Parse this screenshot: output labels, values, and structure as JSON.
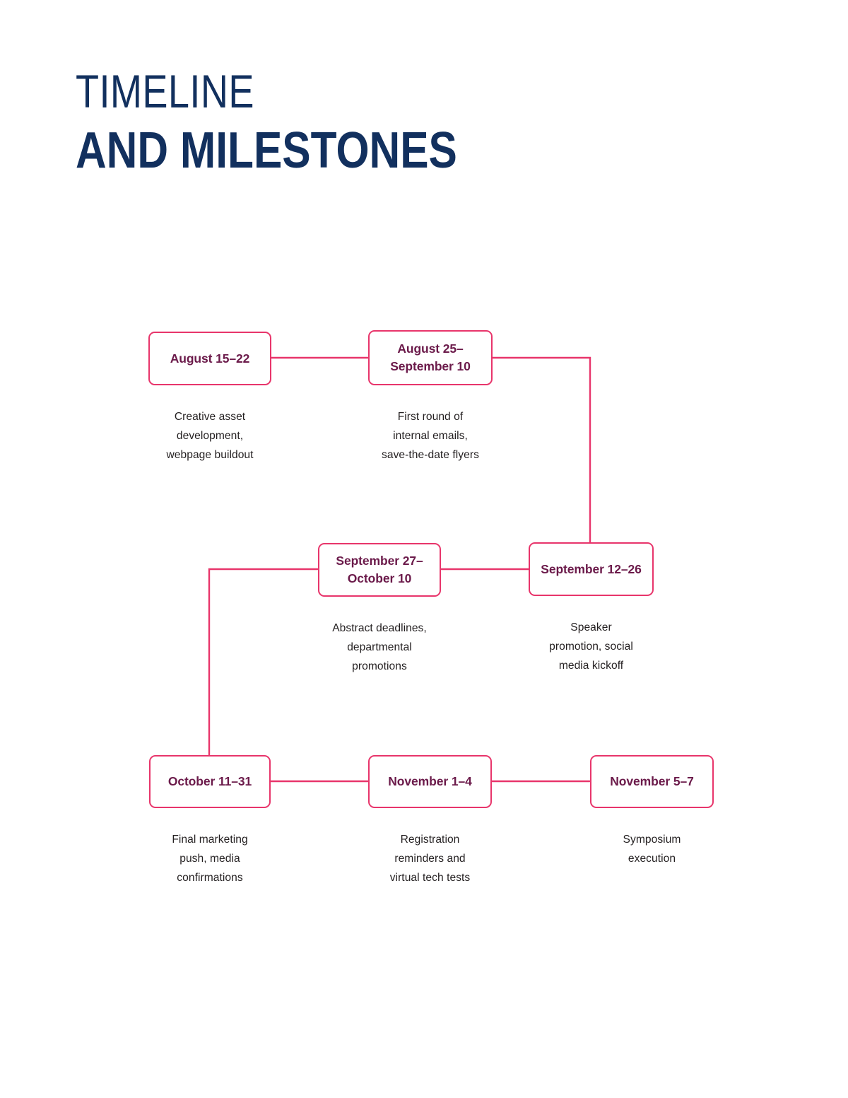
{
  "title": {
    "line1": "TIMELINE",
    "line2": "AND MILESTONES",
    "color": "#12305E"
  },
  "colors": {
    "connector": "#E8356B",
    "box_border": "#E8356B",
    "box_text": "#6B1A4A",
    "caption_text": "#231F20",
    "background": "#FFFFFF"
  },
  "chart_data": {
    "type": "diagram",
    "diagram_kind": "serpentine-timeline-flowchart",
    "title": "TIMELINE AND MILESTONES",
    "rows": 3,
    "flow_direction": "left-to-right, then down-and-right-to-left, then down-and-left-to-right",
    "nodes": [
      {
        "id": "n1",
        "row": 1,
        "order": 1,
        "date": "August 15–22",
        "caption": "Creative asset\ndevelopment,\nwebpage buildout"
      },
      {
        "id": "n2",
        "row": 1,
        "order": 2,
        "date": "August 25–\nSeptember 10",
        "caption": "First round of\ninternal emails,\nsave-the-date flyers"
      },
      {
        "id": "n3",
        "row": 2,
        "order": 3,
        "date": "September\n12–26",
        "caption": "Speaker\npromotion, social\nmedia kickoff"
      },
      {
        "id": "n4",
        "row": 2,
        "order": 4,
        "date": "September 27–\nOctober 10",
        "caption": "Abstract deadlines,\ndepartmental\npromotions"
      },
      {
        "id": "n5",
        "row": 3,
        "order": 5,
        "date": "October 11–31",
        "caption": "Final marketing\npush, media\nconfirmations"
      },
      {
        "id": "n6",
        "row": 3,
        "order": 6,
        "date": "November 1–4",
        "caption": "Registration\nreminders and\nvirtual tech tests"
      },
      {
        "id": "n7",
        "row": 3,
        "order": 7,
        "date": "November 5–7",
        "caption": "Symposium\nexecution"
      }
    ],
    "edges": [
      {
        "from": "n1",
        "to": "n2",
        "kind": "horizontal"
      },
      {
        "from": "n2",
        "to": "n3",
        "kind": "elbow-right-down"
      },
      {
        "from": "n3",
        "to": "n4",
        "kind": "horizontal"
      },
      {
        "from": "n4",
        "to": "n5",
        "kind": "elbow-left-down"
      },
      {
        "from": "n5",
        "to": "n6",
        "kind": "horizontal"
      },
      {
        "from": "n6",
        "to": "n7",
        "kind": "horizontal"
      }
    ]
  }
}
